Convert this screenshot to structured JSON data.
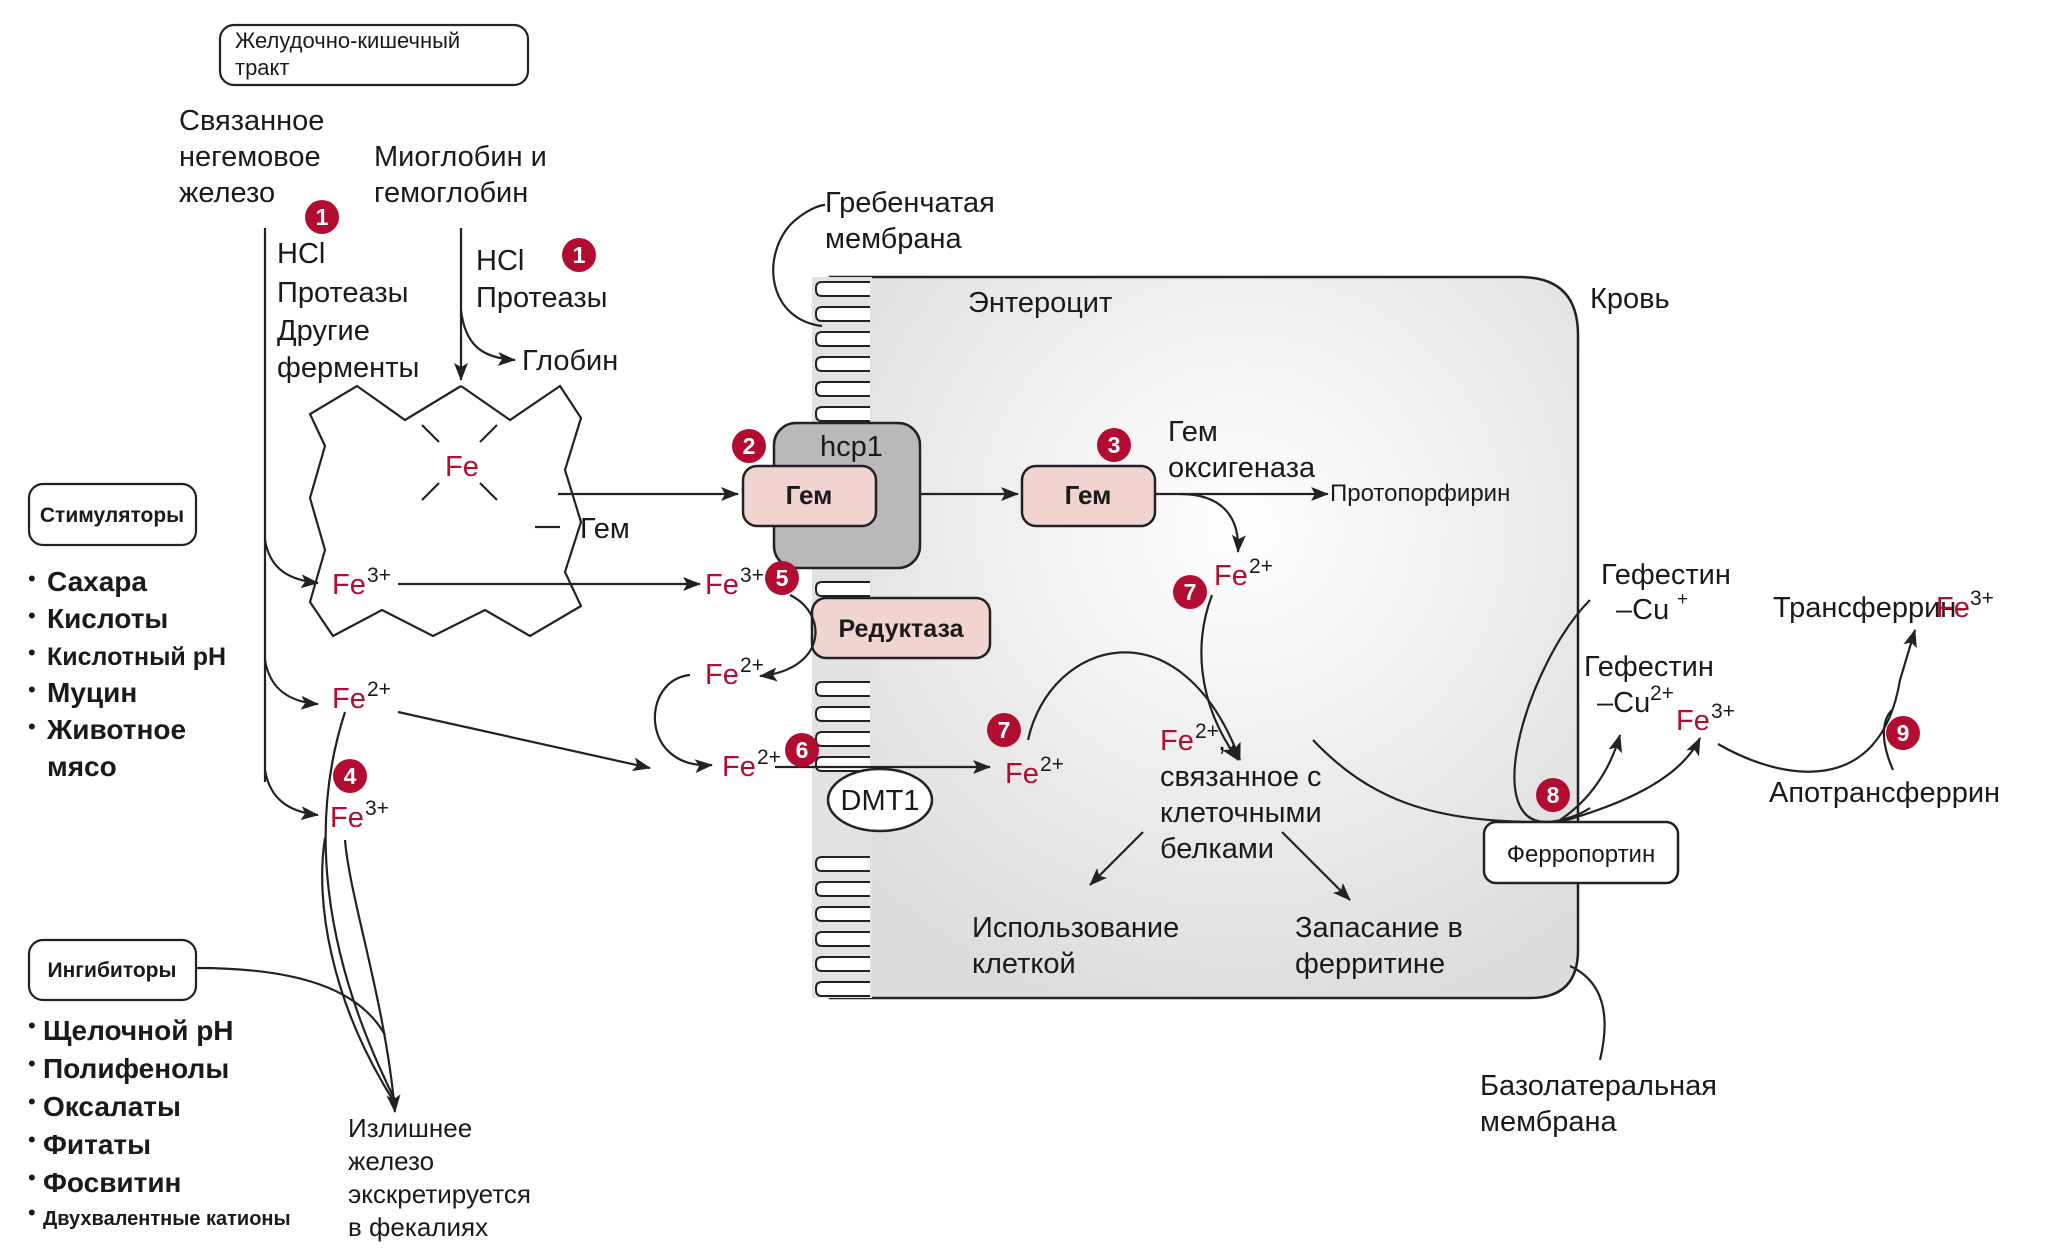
{
  "title": "Всасывание железа в кишечнике",
  "colors": {
    "accent": "#b20d30",
    "cell_fill": "#e2e2e2",
    "protein_fill": "#f1d3d0",
    "hcp1_fill": "#b9b9b9"
  },
  "gi_tract_label_1": "Желудочно-кишечный",
  "gi_tract_label_2": "тракт",
  "nonheme": {
    "l1": "Связанное",
    "l2": "негемовое",
    "l3": "железо"
  },
  "nonheme_agents": [
    "HCl",
    "Протеазы",
    "Другие",
    "ферменты"
  ],
  "heme_source": {
    "l1": "Миоглобин и",
    "l2": "гемоглобин"
  },
  "heme_agents": [
    "HCl",
    "Протеазы"
  ],
  "globin": "Глобин",
  "fe_center": "Fe",
  "heme_label": "Гем",
  "brush_border": {
    "l1": "Гребенчатая",
    "l2": "мембрана"
  },
  "enterocyte": "Энтероцит",
  "blood": "Кровь",
  "hcp1": "hcp1",
  "heme_box_1": "Гем",
  "heme_box_2": "Гем",
  "heme_oxygenase": {
    "l1": "Гем",
    "l2": "оксигеназа"
  },
  "protoporphyrin": "Протопорфирин",
  "reductase": "Редуктаза",
  "dmt1": "DMT1",
  "fe": "Fe",
  "charge_2": "2+",
  "charge_3": "3+",
  "charge_1": "+",
  "bound_fe": {
    "comma": ",",
    "l1": "связанное с",
    "l2": "клеточными",
    "l3": "белками"
  },
  "use_by_cell": {
    "l1": "Использование",
    "l2": "клеткой"
  },
  "ferritin_storage": {
    "l1": "Запасание в",
    "l2": "ферритине"
  },
  "ferroportin": "Ферропортин",
  "hephaestin_1": {
    "l1": "Гефестин",
    "l2": "–Cu"
  },
  "hephaestin_2": {
    "l1": "Гефестин",
    "l2": "–Cu"
  },
  "transferrin": "Трансферрин-",
  "apotransferrin": "Апотрансферрин",
  "basolateral": {
    "l1": "Базолатеральная",
    "l2": "мембрана"
  },
  "stimulators": {
    "title": "Стимуляторы",
    "items": [
      "Сахара",
      "Кислоты",
      "Кислотный pH",
      "Муцин",
      "Животное",
      "мясо"
    ]
  },
  "inhibitors": {
    "title": "Ингибиторы",
    "items": [
      "Щелочной pH",
      "Полифенолы",
      "Оксалаты",
      "Фитаты",
      "Фосвитин",
      "Двухвалентные катионы"
    ]
  },
  "excretion": {
    "l1": "Излишнее",
    "l2": "железо",
    "l3": "экскретируется",
    "l4": "в фекалиях"
  },
  "bullet": "•",
  "steps": [
    "1",
    "1",
    "2",
    "3",
    "4",
    "5",
    "6",
    "7",
    "7",
    "8",
    "9"
  ]
}
